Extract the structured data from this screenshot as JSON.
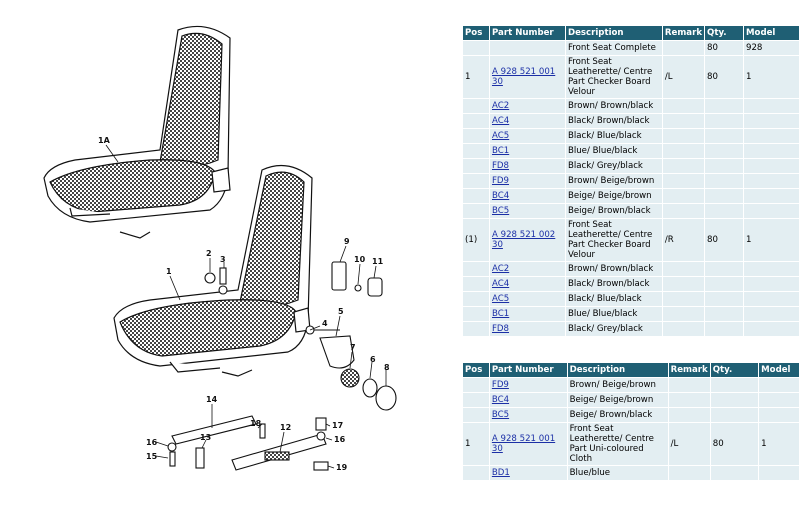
{
  "diagram": {
    "callouts": [
      "1A",
      "1",
      "2",
      "3",
      "4",
      "5",
      "6",
      "7",
      "8",
      "9",
      "10",
      "11",
      "12",
      "13",
      "14",
      "15",
      "16",
      "16",
      "17",
      "18",
      "19"
    ]
  },
  "table1": {
    "headers": [
      "Pos",
      "Part Number",
      "Description",
      "Remark",
      "Qty.",
      "Model"
    ],
    "rows": [
      {
        "pos": "",
        "part": "",
        "desc": "Front Seat Complete",
        "remark": "",
        "qty": "80",
        "model": "928"
      },
      {
        "pos": "1",
        "part": "A 928 521 001 30",
        "desc": "Front Seat Leatherette/ Centre Part Checker Board Velour",
        "remark": "/L",
        "qty": "80",
        "model": "1"
      },
      {
        "pos": "",
        "part": "AC2",
        "desc": "Brown/ Brown/black",
        "remark": "",
        "qty": "",
        "model": ""
      },
      {
        "pos": "",
        "part": "AC4",
        "desc": "Black/ Brown/black",
        "remark": "",
        "qty": "",
        "model": ""
      },
      {
        "pos": "",
        "part": "AC5",
        "desc": "Black/ Blue/black",
        "remark": "",
        "qty": "",
        "model": ""
      },
      {
        "pos": "",
        "part": "BC1",
        "desc": "Blue/ Blue/black",
        "remark": "",
        "qty": "",
        "model": ""
      },
      {
        "pos": "",
        "part": "FD8",
        "desc": "Black/ Grey/black",
        "remark": "",
        "qty": "",
        "model": ""
      },
      {
        "pos": "",
        "part": "FD9",
        "desc": "Brown/ Beige/brown",
        "remark": "",
        "qty": "",
        "model": ""
      },
      {
        "pos": "",
        "part": "BC4",
        "desc": "Beige/ Beige/brown",
        "remark": "",
        "qty": "",
        "model": ""
      },
      {
        "pos": "",
        "part": "BC5",
        "desc": "Beige/ Brown/black",
        "remark": "",
        "qty": "",
        "model": ""
      },
      {
        "pos": "(1)",
        "part": "A 928 521 002 30",
        "desc": "Front Seat Leatherette/ Centre Part Checker Board Velour",
        "remark": "/R",
        "qty": "80",
        "model": "1"
      },
      {
        "pos": "",
        "part": "AC2",
        "desc": "Brown/ Brown/black",
        "remark": "",
        "qty": "",
        "model": ""
      },
      {
        "pos": "",
        "part": "AC4",
        "desc": "Black/ Brown/black",
        "remark": "",
        "qty": "",
        "model": ""
      },
      {
        "pos": "",
        "part": "AC5",
        "desc": "Black/ Blue/black",
        "remark": "",
        "qty": "",
        "model": ""
      },
      {
        "pos": "",
        "part": "BC1",
        "desc": "Blue/ Blue/black",
        "remark": "",
        "qty": "",
        "model": ""
      },
      {
        "pos": "",
        "part": "FD8",
        "desc": "Black/ Grey/black",
        "remark": "",
        "qty": "",
        "model": ""
      }
    ]
  },
  "table2": {
    "headers": [
      "Pos",
      "Part Number",
      "Description",
      "Remark",
      "Qty.",
      "Model"
    ],
    "rows": [
      {
        "pos": "",
        "part": "FD9",
        "desc": "Brown/ Beige/brown",
        "remark": "",
        "qty": "",
        "model": ""
      },
      {
        "pos": "",
        "part": "BC4",
        "desc": "Beige/ Beige/brown",
        "remark": "",
        "qty": "",
        "model": ""
      },
      {
        "pos": "",
        "part": "BC5",
        "desc": "Beige/ Brown/black",
        "remark": "",
        "qty": "",
        "model": ""
      },
      {
        "pos": "1",
        "part": "A 928 521 001 30",
        "desc": "Front Seat Leatherette/ Centre Part Uni-coloured Cloth",
        "remark": "/L",
        "qty": "80",
        "model": "1"
      },
      {
        "pos": "",
        "part": "BD1",
        "desc": "Blue/blue",
        "remark": "",
        "qty": "",
        "model": ""
      }
    ]
  },
  "colors": {
    "header_bg": "#1f5f74",
    "row_bg": "#e3eef2",
    "link": "#1b2fa6"
  }
}
